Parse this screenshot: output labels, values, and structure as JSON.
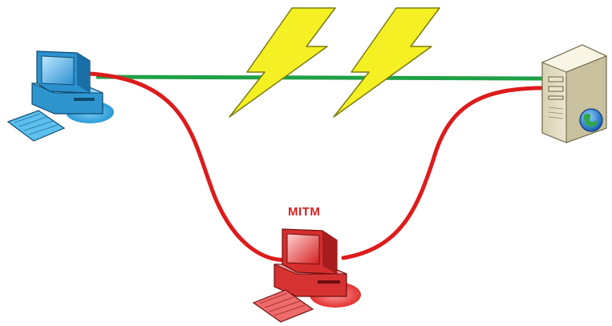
{
  "diagram": {
    "nodes": [
      {
        "id": "client",
        "kind": "desktop-computer",
        "color": "#3aa4d9"
      },
      {
        "id": "server",
        "kind": "server-tower",
        "badge": "globe-icon",
        "color": "#e8e2c6"
      },
      {
        "id": "attacker",
        "kind": "desktop-computer",
        "color": "#e23a3a",
        "label": "MITM"
      }
    ],
    "connections": [
      {
        "from": "client",
        "to": "server",
        "kind": "direct-link",
        "color": "#1fa046",
        "interrupted": true
      },
      {
        "from": "client",
        "to": "attacker",
        "kind": "intercepted-link",
        "color": "#dd1b1b"
      },
      {
        "from": "attacker",
        "to": "server",
        "kind": "intercepted-link",
        "color": "#dd1b1b"
      }
    ],
    "symbols": [
      {
        "kind": "lightning-bolt",
        "color": "#f5f024"
      },
      {
        "kind": "lightning-bolt",
        "color": "#f5f024"
      }
    ]
  }
}
